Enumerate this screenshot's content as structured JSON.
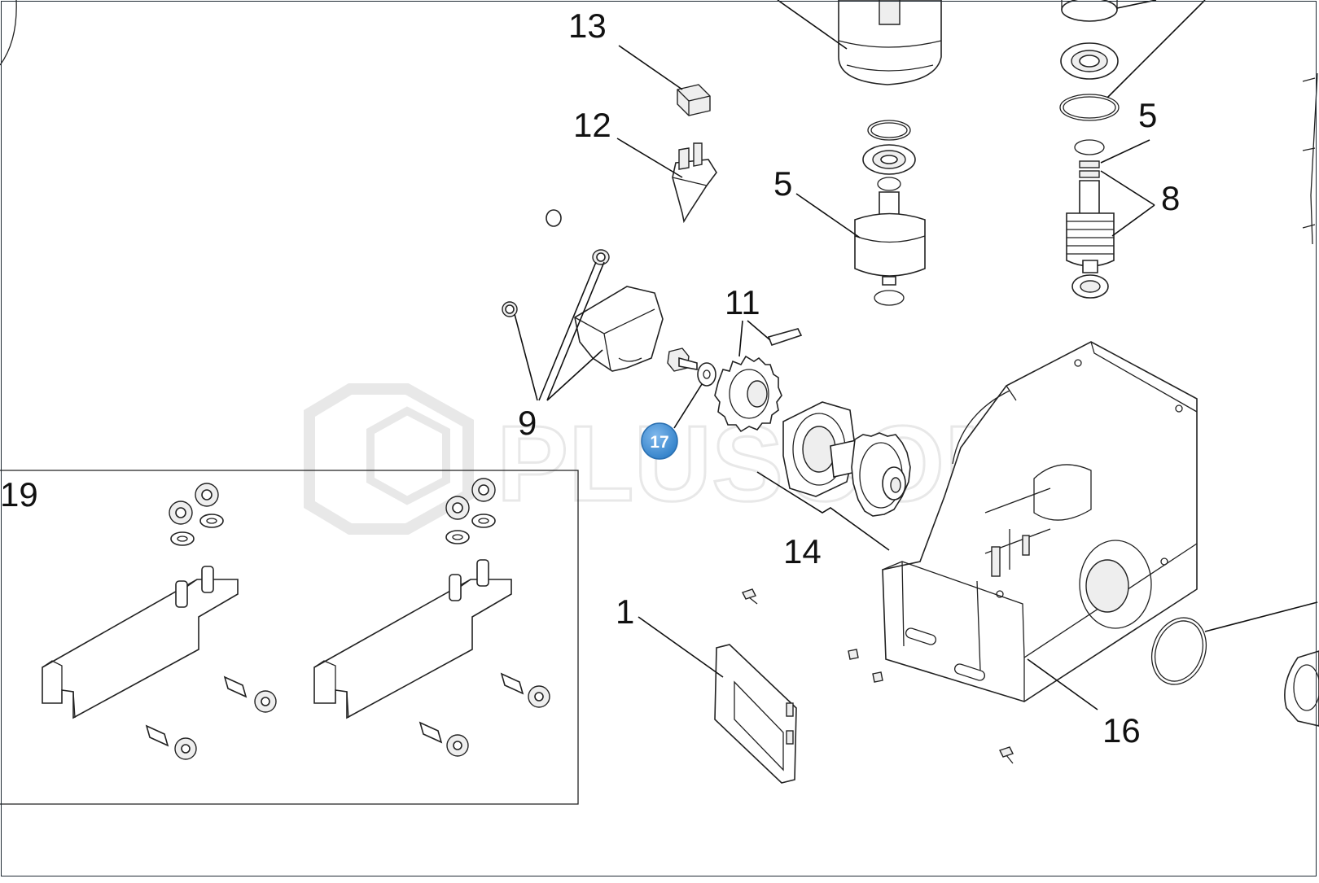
{
  "diagram": {
    "watermark": "PLUSCOM",
    "callouts": [
      {
        "id": "c1",
        "label": "1"
      },
      {
        "id": "c5a",
        "label": "5"
      },
      {
        "id": "c5b",
        "label": "5"
      },
      {
        "id": "c8",
        "label": "8"
      },
      {
        "id": "c9",
        "label": "9"
      },
      {
        "id": "c11",
        "label": "11"
      },
      {
        "id": "c12",
        "label": "12"
      },
      {
        "id": "c13",
        "label": "13"
      },
      {
        "id": "c14",
        "label": "14"
      },
      {
        "id": "c16",
        "label": "16"
      },
      {
        "id": "c19",
        "label": "19"
      }
    ],
    "hotspot": {
      "label": "17",
      "color": "#3d8fd6"
    }
  }
}
